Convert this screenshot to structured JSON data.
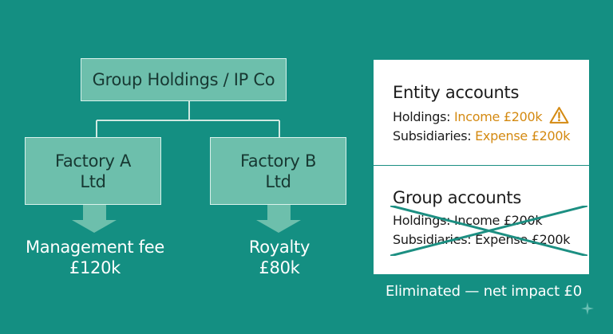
{
  "diagram": {
    "parent_label": "Group Holdings / IP Co",
    "child_a_lines": [
      "Factory A",
      "Ltd"
    ],
    "child_b_lines": [
      "Factory B",
      "Ltd"
    ],
    "flows": [
      {
        "lines": [
          "Management fee",
          "£120k"
        ]
      },
      {
        "lines": [
          "Royalty",
          "£80k"
        ]
      }
    ]
  },
  "panel": {
    "entity": {
      "heading": "Entity accounts",
      "holdings_prefix": "Holdings: ",
      "holdings_value": "Income £200k",
      "subsidiaries_prefix": "Subsidiaries: ",
      "subsidiaries_value": "Expense £200k"
    },
    "group": {
      "heading": "Group accounts",
      "holdings_line": "Holdings: Income £200k",
      "subsidiaries_line": "Subsidiaries: Expense £200k"
    }
  },
  "footer": {
    "text": "Eliminated — net impact £0"
  },
  "colors": {
    "background": "#148f82",
    "node_fill": "#6dbfac",
    "node_border": "#d9f2ec",
    "accent": "#d48a12",
    "strike": "#1c8f82"
  }
}
